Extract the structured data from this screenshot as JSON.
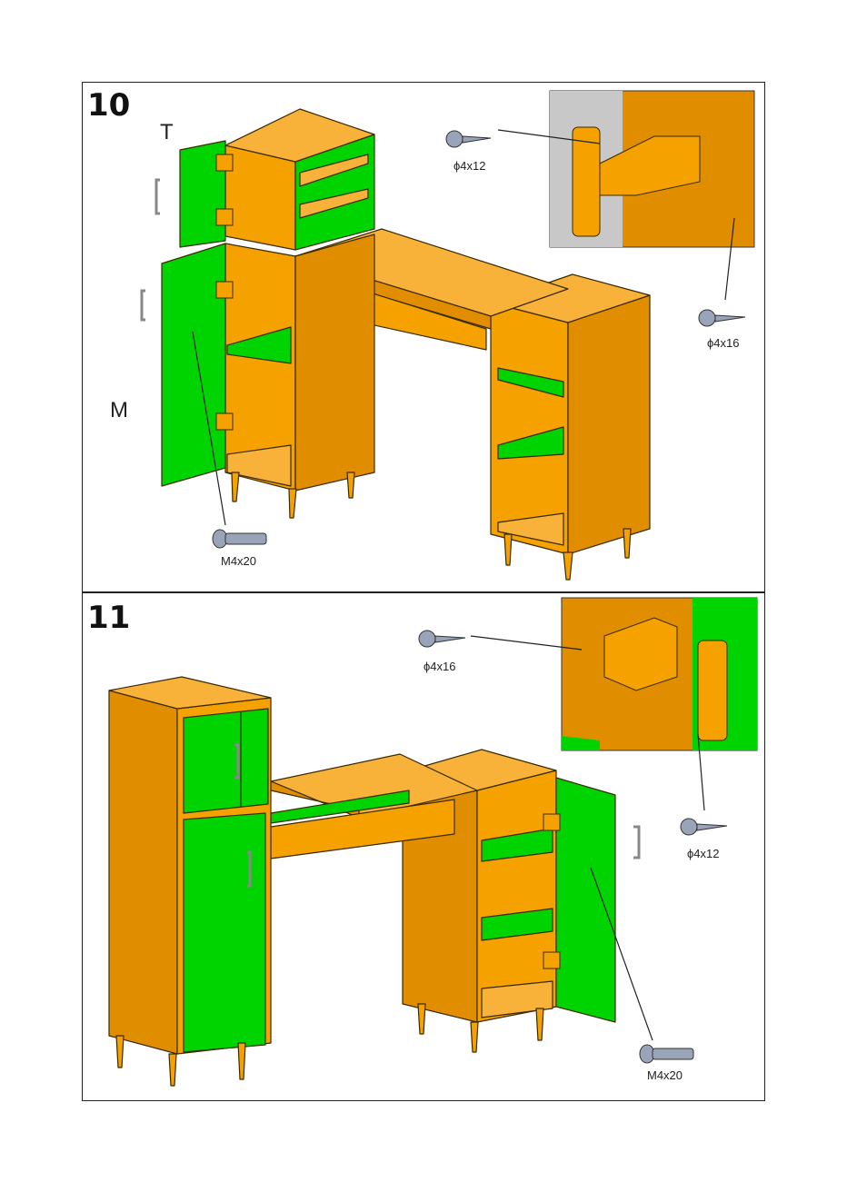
{
  "steps": [
    {
      "number": "10",
      "labels": {
        "top": "T",
        "middle": "M"
      },
      "screws": {
        "screw_a": "ϕ4x12",
        "screw_b": "ϕ4x16",
        "bolt": "M4x20"
      }
    },
    {
      "number": "11",
      "screws": {
        "screw_a": "ϕ4x16",
        "screw_b": "ϕ4x12",
        "bolt": "M4x20"
      }
    }
  ],
  "colors": {
    "wood": "#F5A100",
    "panel": "#00D400",
    "outline": "#3a2a00",
    "metal": "#9aa4b8"
  }
}
